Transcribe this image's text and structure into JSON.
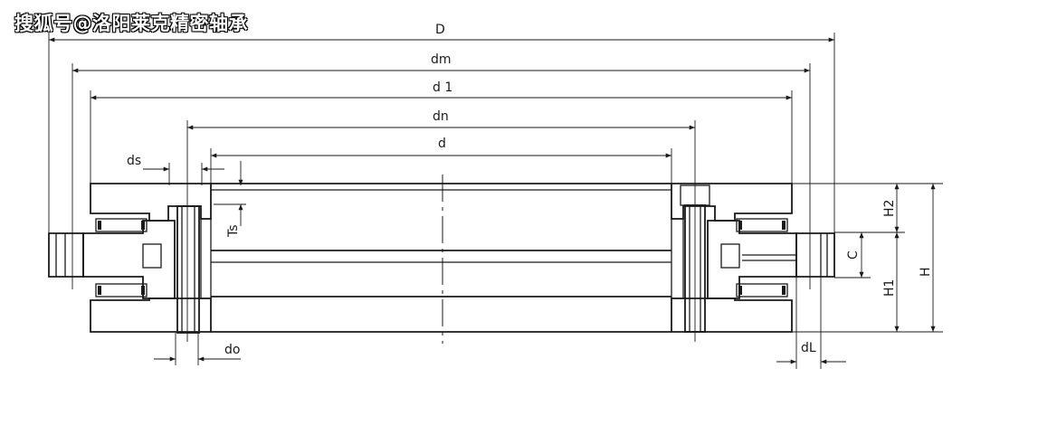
{
  "watermark": "搜狐号@洛阳莱克精密轴承",
  "dimensions": {
    "D": "D",
    "dm": "dm",
    "d1": "d 1",
    "dn": "dn",
    "d": "d",
    "ds": "ds",
    "Ts": "Ts",
    "do": "do",
    "dL": "dL",
    "H": "H",
    "H1": "H1",
    "H2": "H2",
    "C": "C"
  },
  "colors": {
    "line": "#1a1a1a",
    "background": "#ffffff"
  }
}
